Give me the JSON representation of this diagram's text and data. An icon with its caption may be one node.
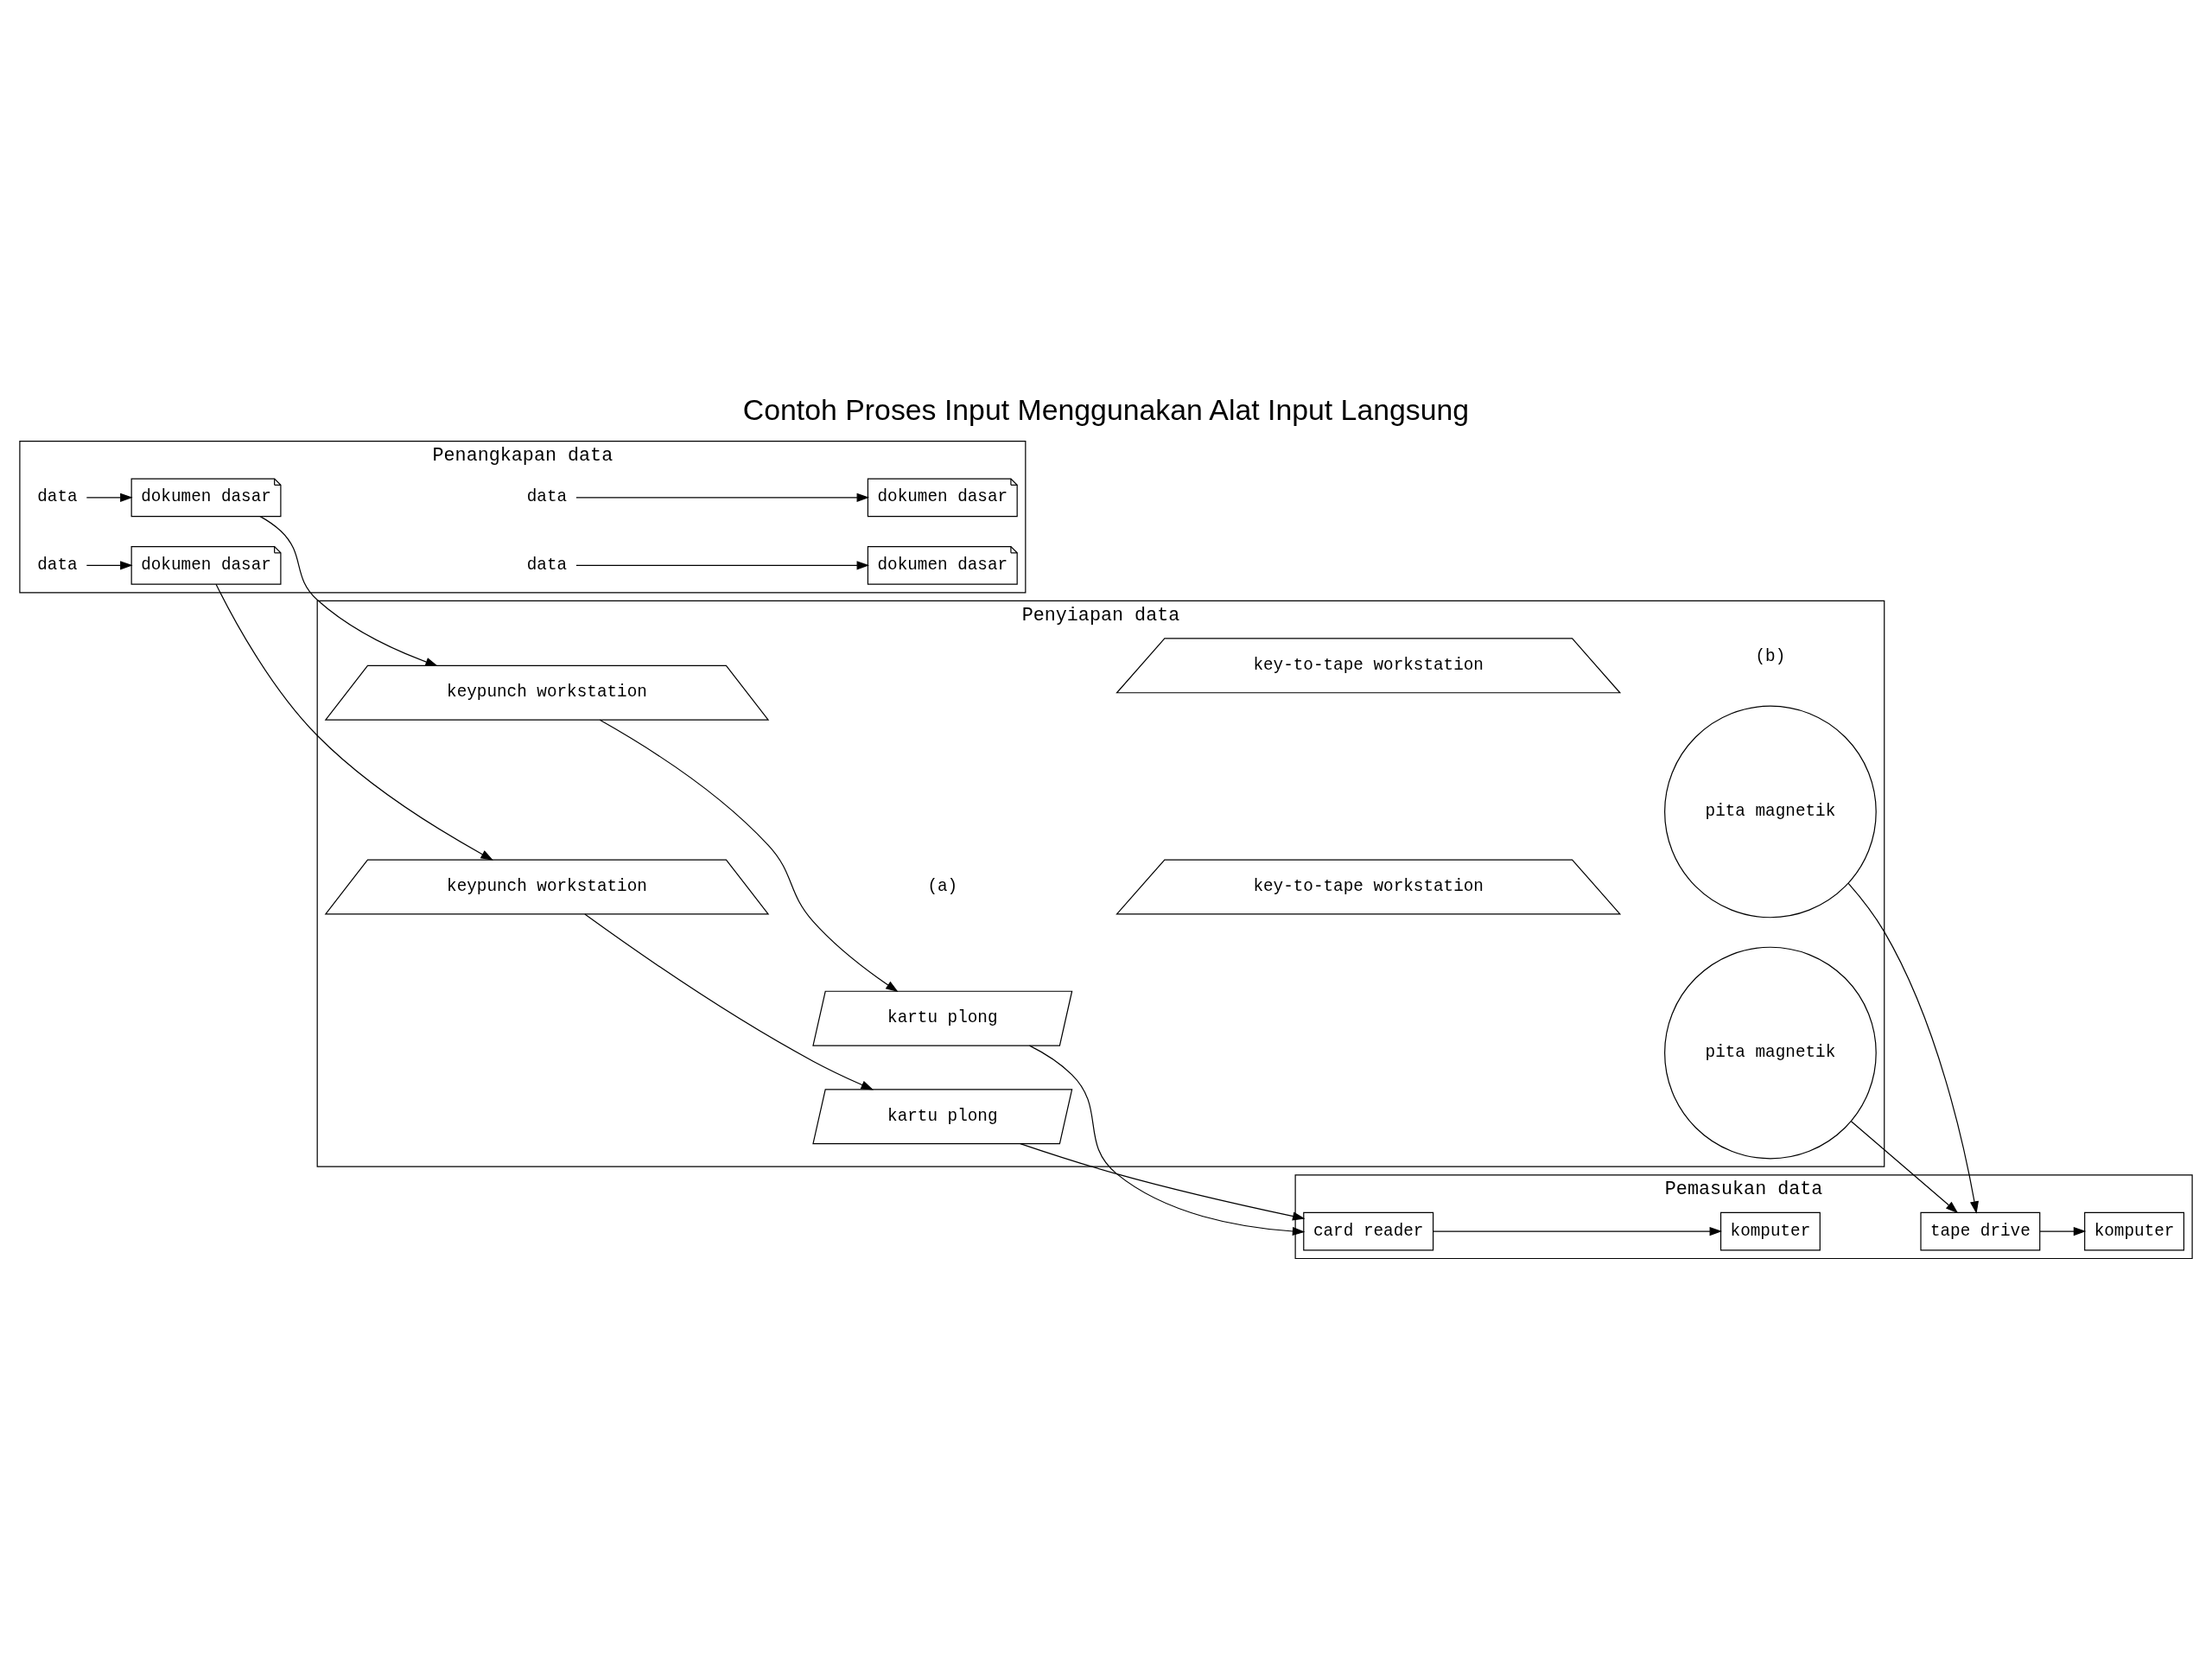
{
  "diagram": {
    "title": "Contoh Proses Input Menggunakan Alat Input Langsung",
    "nodes": [
      {
        "text": [
          "Penangkapan data"
        ]
      },
      {
        "text": [
          "Penyiapan data"
        ]
      },
      {
        "text": [
          "Pemasukan data"
        ]
      },
      {
        "text": [
          "data"
        ],
        "in": 0
      },
      {
        "text": [
          "dokumen dasar"
        ],
        "in": 0
      },
      {
        "text": [
          "keypunch workstation"
        ],
        "in": 1
      },
      {
        "text": [
          "kartu plong"
        ],
        "in": 1
      },
      {
        "text": [
          "card reader"
        ],
        "in": 2
      },
      {
        "text": [
          "komputer"
        ],
        "in": 2
      },
      {
        "text": [
          "data"
        ],
        "in": 0
      },
      {
        "text": [
          "dokumen dasar"
        ],
        "in": 0
      },
      {
        "text": [
          "keypunch workstation"
        ],
        "in": 1
      },
      {
        "text": [
          "kartu plong"
        ],
        "in": 1
      },
      {
        "text": [
          "data"
        ],
        "in": 0
      },
      {
        "text": [
          "dokumen dasar"
        ],
        "in": 0
      },
      {
        "text": [
          "key-to-tape workstation"
        ],
        "in": 1
      },
      {
        "text": [
          "pita magnetik"
        ],
        "in": 1
      },
      {
        "text": [
          "tape drive"
        ],
        "in": 2
      },
      {
        "text": [
          "komputer"
        ],
        "in": 2
      },
      {
        "text": [
          "data"
        ],
        "in": 0
      },
      {
        "text": [
          "dokumen dasar"
        ],
        "in": 0
      },
      {
        "text": [
          "key-to-tape workstation"
        ],
        "in": 1
      },
      {
        "text": [
          "pita magnetik"
        ],
        "in": 1
      }
    ],
    "edges": [
      {
        "from": 3,
        "to": 4,
        "arrow": "to"
      },
      {
        "from": 4,
        "to": 5,
        "arrow": "to"
      },
      {
        "from": 5,
        "to": 6,
        "arrow": "to"
      },
      {
        "from": 6,
        "to": 7,
        "arrow": "to"
      },
      {
        "from": 7,
        "to": 8,
        "arrow": "to"
      },
      {
        "from": 9,
        "to": 10,
        "arrow": "to"
      },
      {
        "from": 10,
        "to": 11,
        "arrow": "to"
      },
      {
        "from": 11,
        "to": 12,
        "arrow": "to"
      },
      {
        "from": 12,
        "to": 7,
        "arrow": "to"
      },
      {
        "from": 13,
        "to": 14,
        "arrow": "to"
      },
      {
        "from": 16,
        "to": 17,
        "arrow": "to"
      },
      {
        "from": 17,
        "to": 18,
        "arrow": "to"
      },
      {
        "from": 19,
        "to": 20,
        "arrow": "to"
      },
      {
        "from": 22,
        "to": 17,
        "arrow": "to"
      }
    ],
    "labels": [
      "(a)",
      "(b)"
    ]
  }
}
